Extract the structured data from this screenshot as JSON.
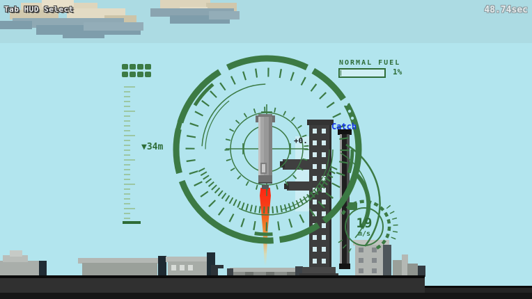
{
  "hud": {
    "tab_select_label": "Tab HUD Select",
    "timer_text": "48.74sec",
    "fuel": {
      "label": "NORMAL FUEL",
      "percent_text": "1%",
      "fill_fraction": 0.01
    },
    "altitude_readout": "▼34m",
    "drift_readout": "+0.",
    "catch_label": "Catch",
    "speed": {
      "value": "19",
      "unit": "m/s"
    },
    "colors": {
      "hud_green": "#3c7a44",
      "hud_green_pale": "#9cc7a3",
      "catch_blue": "#1534e6",
      "flame_red": "#f42a16",
      "flame_orange": "#f08038",
      "sky": "#b2e5ee"
    }
  }
}
